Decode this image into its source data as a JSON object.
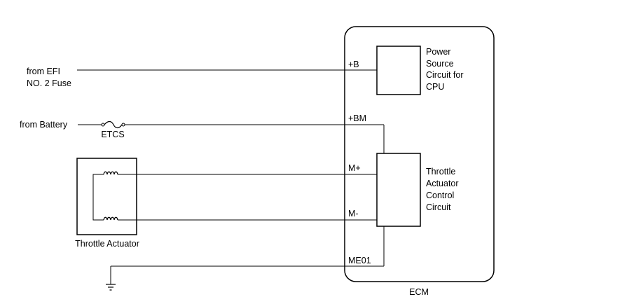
{
  "sources": {
    "efi_line1": "from EFI",
    "efi_line2": "NO. 2 Fuse",
    "battery": "from Battery"
  },
  "fuse": {
    "label": "ETCS",
    "icon": "fuse-icon"
  },
  "actuator": {
    "label": "Throttle Actuator",
    "icon": "motor-coil-icon"
  },
  "ground": {
    "icon": "ground-icon"
  },
  "ecm": {
    "label": "ECM",
    "terminals": {
      "b": "+B",
      "bm": "+BM",
      "m_plus": "M+",
      "m_minus": "M-",
      "me01": "ME01"
    },
    "power_block": {
      "line1": "Power",
      "line2": "Source",
      "line3": "Circuit for",
      "line4": "CPU"
    },
    "throttle_block": {
      "line1": "Throttle",
      "line2": "Actuator",
      "line3": "Control",
      "line4": "Circuit"
    }
  }
}
